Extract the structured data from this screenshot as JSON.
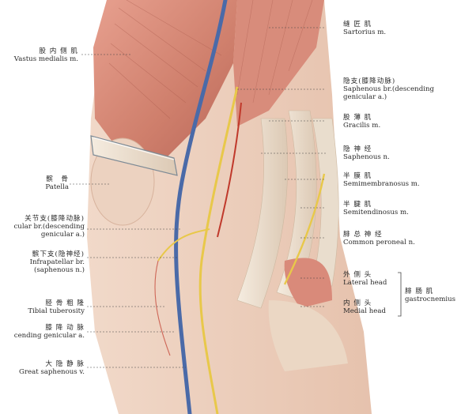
{
  "labels_left": [
    {
      "id": "vastus-medialis",
      "zh": "股 内 侧 肌",
      "en": "Vastus medialis m."
    },
    {
      "id": "patella",
      "zh": "髌　骨",
      "en": "Patella"
    },
    {
      "id": "articular-branch",
      "zh": "关节支(膝降动脉)",
      "en": "cular br.(descending",
      "en2": "genicular a.)"
    },
    {
      "id": "infrapatellar-branch",
      "zh": "髌下支(隐神经)",
      "en": "Infrapatellar br.",
      "en2": "(saphenous n.)"
    },
    {
      "id": "tibial-tuberosity",
      "zh": "胫 骨 粗 隆",
      "en": "Tibial tuberosity"
    },
    {
      "id": "descending-genicular",
      "zh": "膝 降 动 脉",
      "en": "cending genicular a."
    },
    {
      "id": "great-saphenous",
      "zh": "大 隐 静 脉",
      "en": "Great saphenous v."
    }
  ],
  "labels_right": [
    {
      "id": "sartorius",
      "zh": "缝 匠 肌",
      "en": "Sartorius m."
    },
    {
      "id": "saphenous-branch",
      "zh": "隐支(膝降动脉)",
      "en": "Saphenous br.(descending",
      "en2": "genicular a.)"
    },
    {
      "id": "gracilis",
      "zh": "股 薄 肌",
      "en": "Gracilis m."
    },
    {
      "id": "saphenous-nerve",
      "zh": "隐 神 经",
      "en": "Saphenous n."
    },
    {
      "id": "semimembranosus",
      "zh": "半 膜 肌",
      "en": "Semimembranosus m."
    },
    {
      "id": "semitendinosus",
      "zh": "半 腱 肌",
      "en": "Semitendinosus m."
    },
    {
      "id": "common-peroneal",
      "zh": "腓 总 神 经",
      "en": "Common peroneal n."
    },
    {
      "id": "lateral-head",
      "zh": "外 侧 头",
      "en": "Lateral head"
    },
    {
      "id": "medial-head",
      "zh": "内 侧 头",
      "en": "Medial head"
    }
  ],
  "gastrocnemius": {
    "zh": "腓 肠 肌",
    "en": "gastrocnemius"
  },
  "colors": {
    "muscle": "#d98a7a",
    "tendon": "#efe4d6",
    "nerve": "#e8c84a",
    "vein": "#4a6aa8",
    "artery": "#c0392b",
    "retractor": "#b9c4cc"
  }
}
